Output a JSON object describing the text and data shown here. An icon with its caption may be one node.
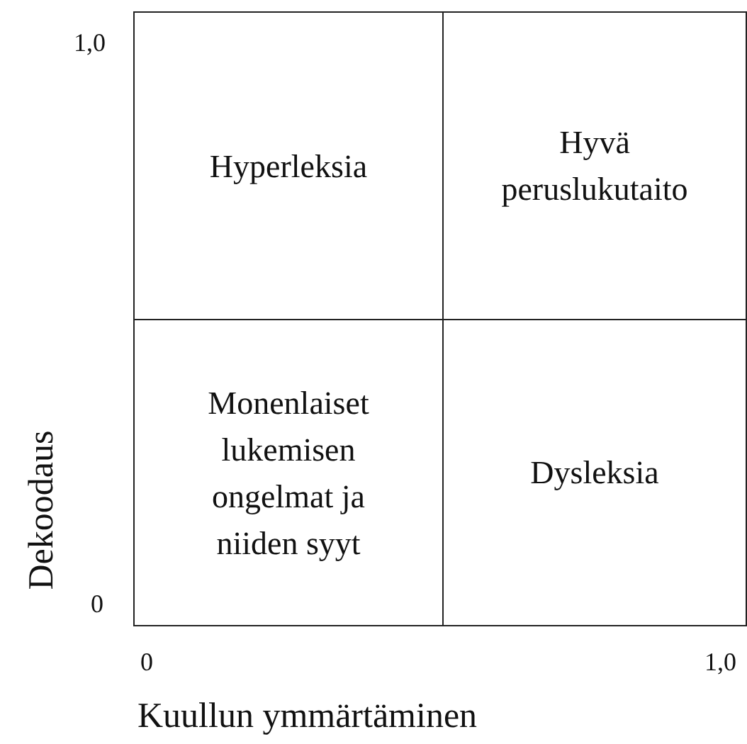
{
  "diagram": {
    "nodes": [
      {
        "text": [
          "Hyperleksia"
        ]
      },
      {
        "text": [
          "Hyvä peruslukutaito"
        ]
      },
      {
        "text": [
          "Monenlaiset lukemisen ongelmat ja niiden syyt"
        ]
      },
      {
        "text": [
          "Dysleksia"
        ]
      }
    ],
    "labels": [
      "1,0",
      "Dekoodaus",
      "0",
      "0",
      "1,0",
      "Kuullun ymmärtäminen"
    ]
  }
}
